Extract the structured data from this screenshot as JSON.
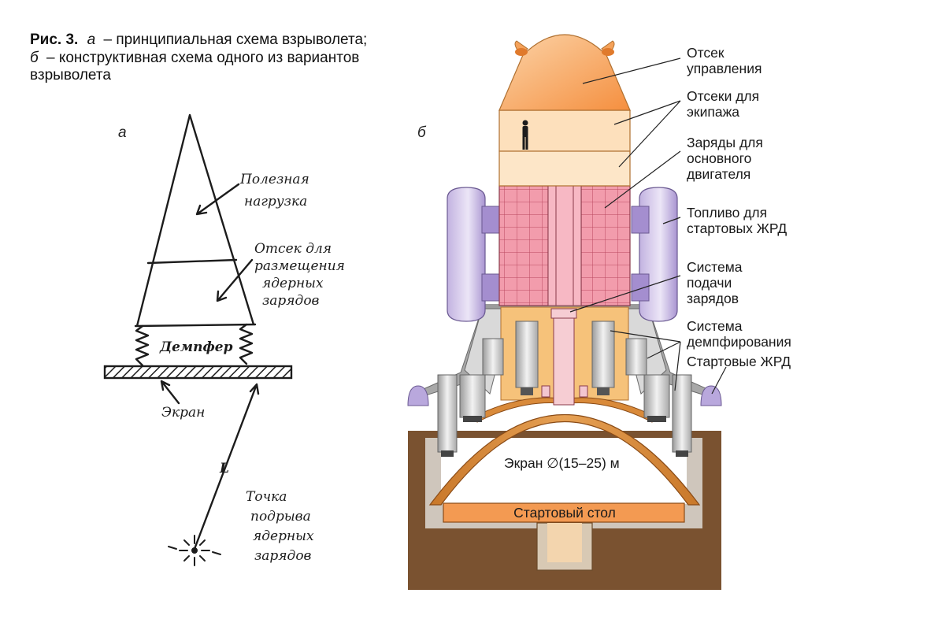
{
  "caption": {
    "prefix": "Рис. 3.",
    "line1_letter": "а",
    "line1_text": "– принципиальная схема взрыволета;",
    "line2_letter": "б",
    "line2_text": "– конструктивная схема одного из вариантов",
    "line3_text": "взрыволета"
  },
  "panel_a": {
    "letter": "а",
    "labels": {
      "payload_1": "Полезная",
      "payload_2": "нагрузка",
      "bay_1": "Отсек для",
      "bay_2": "размещения",
      "bay_3": "ядерных",
      "bay_4": "зарядов",
      "damper": "Демпфер",
      "screen": "Экран",
      "distance": "L",
      "point_1": "Точка",
      "point_2": "подрыва",
      "point_3": "ядерных",
      "point_4": "зарядов"
    }
  },
  "panel_b": {
    "letter": "б",
    "labels": {
      "control_1": "Отсек",
      "control_2": "управления",
      "crew_1": "Отсеки для",
      "crew_2": "экипажа",
      "charges_1": "Заряды для",
      "charges_2": "основного",
      "charges_3": "двигателя",
      "fuel_1": "Топливо для",
      "fuel_2": "стартовых ЖРД",
      "feed_1": "Система",
      "feed_2": "подачи",
      "feed_3": "зарядов",
      "damping_1": "Система",
      "damping_2": "демпфирования",
      "engines": "Стартовые ЖРД",
      "screen": "Экран ∅(15–25) м",
      "table": "Стартовый стол"
    }
  },
  "colors": {
    "nose": "#f7a15d",
    "crew": "#fde0bc",
    "charges": "#f08ea2",
    "tanks": "#b3a0d6",
    "metal": "#c9c9c9",
    "screen": "#d98a3a",
    "table": "#f39a52",
    "ground": "#7a5230",
    "pit": "#cdb59a"
  }
}
